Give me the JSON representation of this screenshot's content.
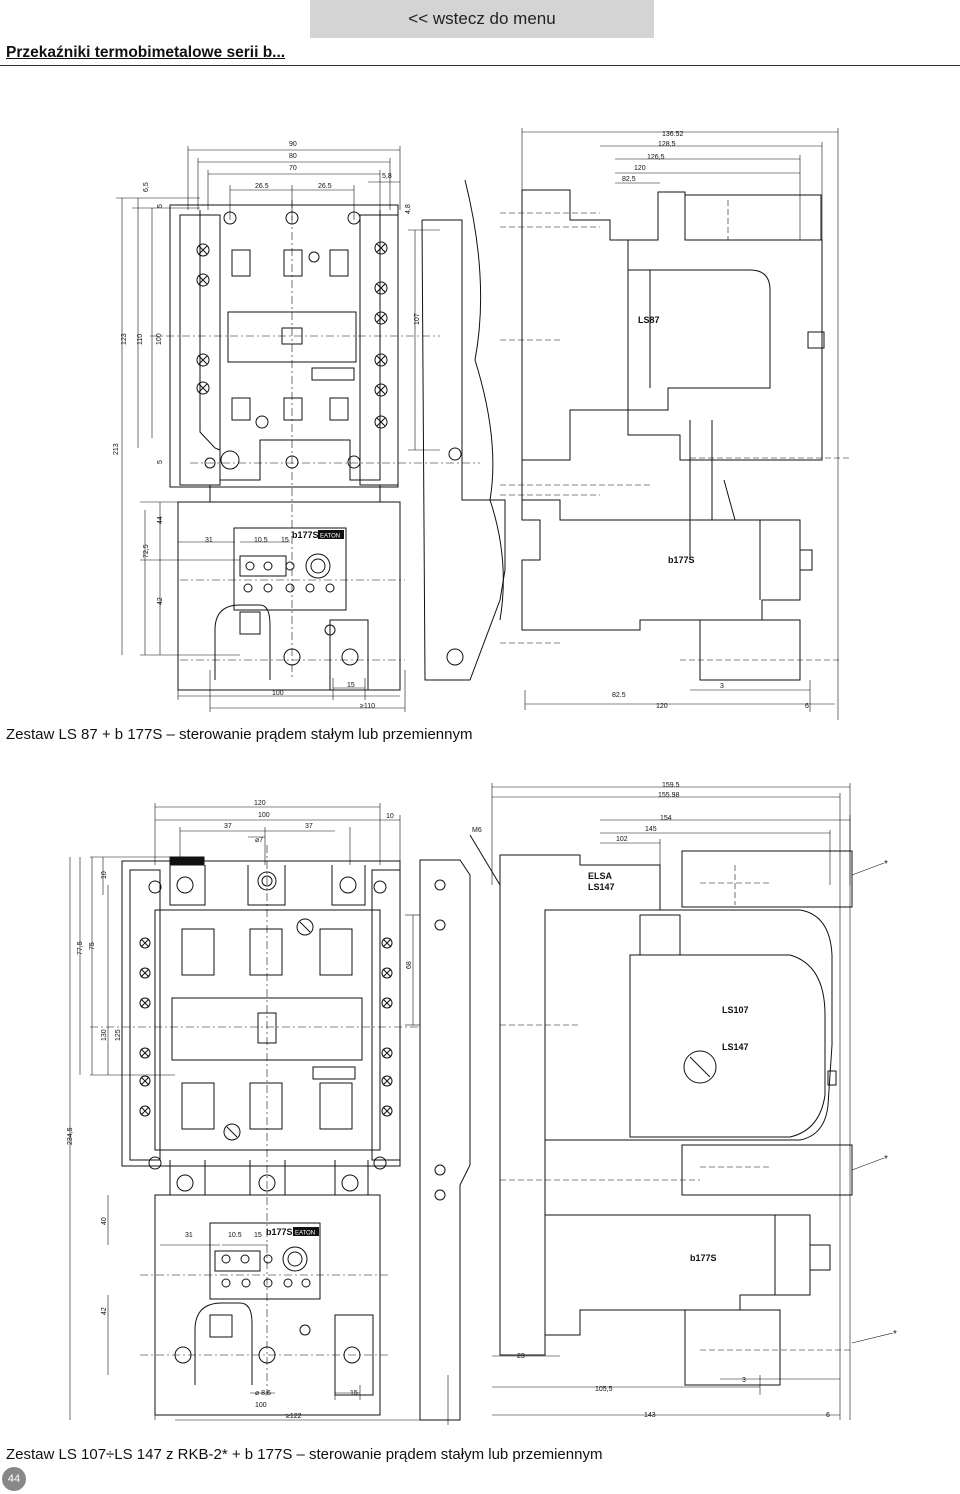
{
  "nav": {
    "back_label": "<< wstecz do menu"
  },
  "header": {
    "title": "Przekaźniki termobimetalowe serii b..."
  },
  "diagram1": {
    "caption": "Zestaw LS 87 + b 177S – sterowanie prądem stałym lub przemiennym",
    "front_dims": {
      "d90": "90",
      "d80": "80",
      "d70": "70",
      "d26a": "26.5",
      "d26b": "26.5",
      "d58": "5,8",
      "d65": "6,5",
      "d5a": "5",
      "d48": "4,8",
      "d123": "123",
      "d110": "110",
      "d100v": "100",
      "d107": "107",
      "d213": "213",
      "d5b": "5",
      "d44": "44",
      "d725": "72,5",
      "d42": "42",
      "d31": "31",
      "d105": "10.5",
      "d15a": "15",
      "d100h": "100",
      "d15b": "15",
      "d110h": "≥110"
    },
    "side_dims": {
      "d13652": "136.52",
      "d1285": "128,5",
      "d1265": "126,5",
      "d120a": "120",
      "d825a": "82,5",
      "d825b": "82.5",
      "d3": "3",
      "d120b": "120",
      "d6": "6"
    },
    "labels": {
      "contactor": "LS87",
      "relay_front": "b177S",
      "relay_side": "b177S",
      "brand": "EATON"
    }
  },
  "diagram2": {
    "caption": "Zestaw LS 107÷LS 147 z RKB-2* + b 177S – sterowanie prądem stałym lub przemiennym",
    "front_dims": {
      "d120": "120",
      "d100": "100",
      "d37a": "37",
      "d37b": "37",
      "d10a": "10",
      "d7": "⌀7",
      "d10b": "10",
      "d775": "77,5",
      "d75": "75",
      "d68": "68",
      "d130": "130",
      "d125": "125",
      "d2345": "234,5",
      "d40": "40",
      "d31": "31",
      "d105": "10.5",
      "d15a": "15",
      "d42": "42",
      "d86": "⌀ 8,6",
      "d15b": "15",
      "d100b": "100",
      "d122": "≥122"
    },
    "side_dims": {
      "d1595": "159.5",
      "d15598": "155.98",
      "d154": "154",
      "d145": "145",
      "d102": "102",
      "m6": "M6",
      "d23": "23",
      "d1055": "105,5",
      "d3": "3",
      "d143": "143",
      "d6": "6"
    },
    "labels": {
      "elsa": "ELSA",
      "ls147a": "LS147",
      "ls107": "LS107",
      "ls147b": "LS147",
      "relay_front": "b177S",
      "relay_side": "b177S",
      "brand": "EATON",
      "asterisk": "*"
    }
  },
  "footer": {
    "page_number": "44"
  }
}
